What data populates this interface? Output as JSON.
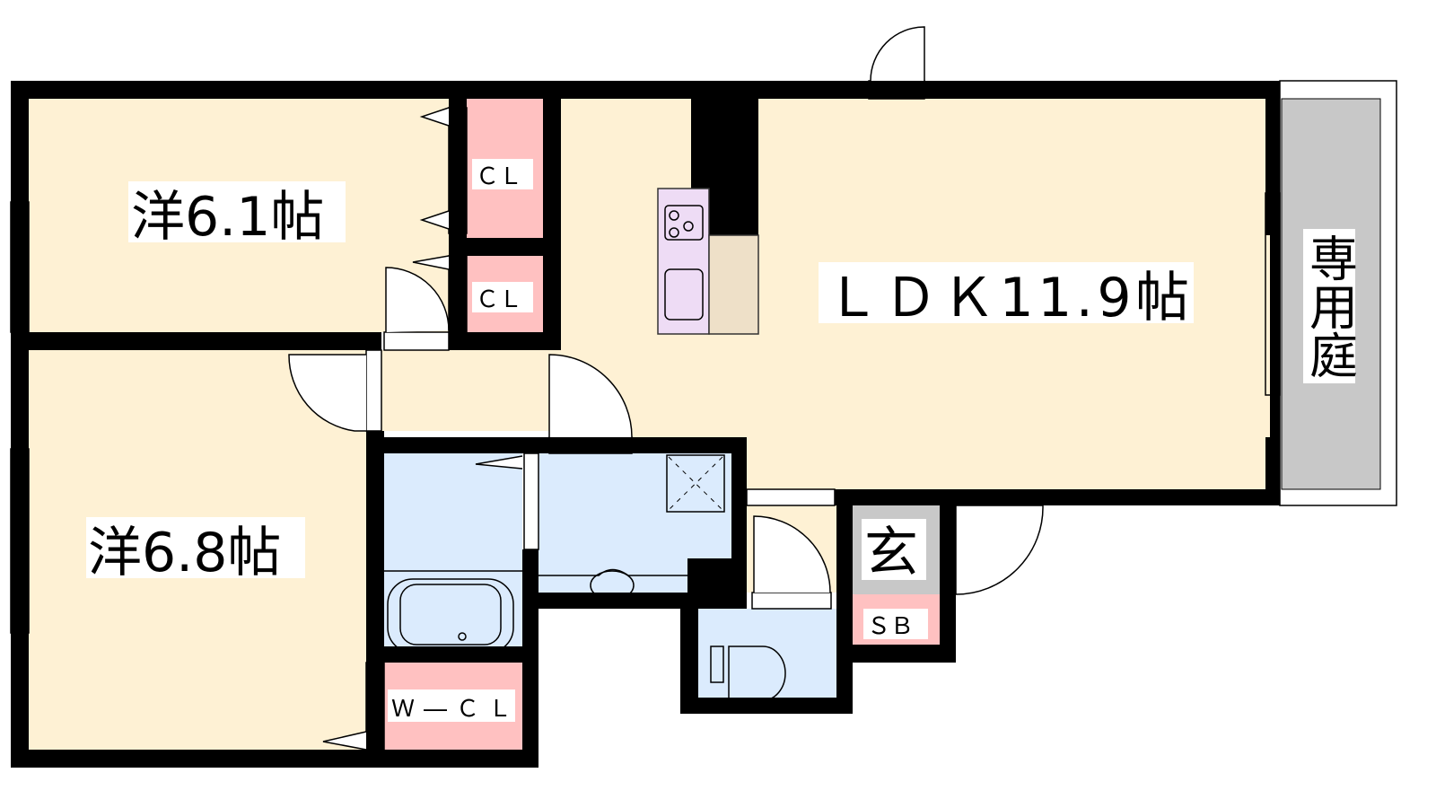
{
  "colors": {
    "wall": "#000000",
    "room": "#fef1d4",
    "closet": "#ffc1c1",
    "wet_area": "#dbebfd",
    "kitchen_counter": "#eedcf5",
    "kitchen_side": "#eee0c8",
    "garden": "#c8c8c8",
    "entrance": "#c8c8c8"
  },
  "rooms": {
    "western_room_1": "洋6.1帖",
    "western_room_2": "洋6.8帖",
    "ldk": "ＬＤＫ11.9帖",
    "closet_1": "ＣＬ",
    "closet_2": "ＣＬ",
    "walk_in_closet": "Ｗ―ＣＬ",
    "entrance": "玄",
    "shoe_box": "ＳＢ",
    "private_garden": "専用庭"
  }
}
